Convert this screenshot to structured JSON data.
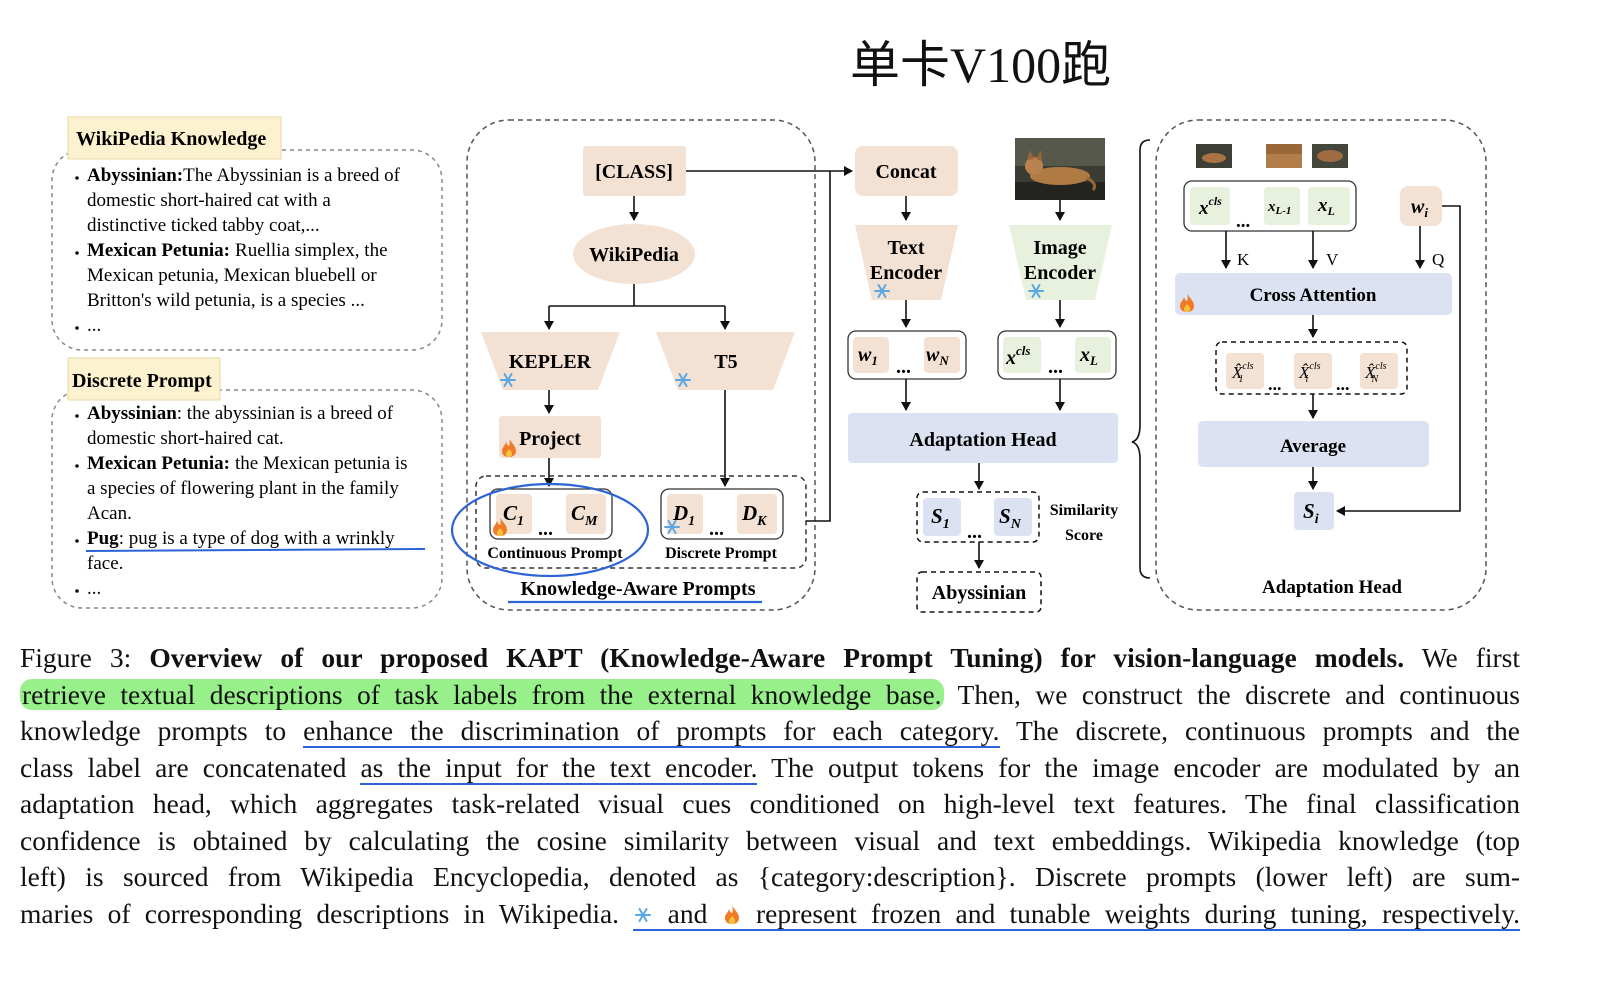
{
  "colors": {
    "beige": "#f3e1d3",
    "blue_box": "#dde2f3",
    "green_enc": "#e8f1de",
    "yellow_tag": "#fdf2cf",
    "annotation_blue": "#2c63d6",
    "highlight_green": "#97f08a"
  },
  "annotation_handwriting": "单卡V100跑",
  "wiki_panel": {
    "tag": "WikiPedia Knowledge",
    "items": [
      {
        "term": "Abyssinian:",
        "lines": [
          "The Abyssinian is a breed of",
          "domestic short-haired cat with a",
          "distinctive ticked tabby coat,..."
        ]
      },
      {
        "term": "Mexican Petunia:",
        "lines": [
          "Ruellia simplex, the",
          "Mexican petunia, Mexican bluebell or",
          "Britton's wild petunia, is a species ..."
        ]
      }
    ],
    "ellipsis": "..."
  },
  "discrete_panel": {
    "tag": "Discrete Prompt",
    "items": [
      {
        "term": "Abyssinian",
        "lines": [
          ": the abyssinian is a breed of",
          "domestic short-haired cat."
        ]
      },
      {
        "term": "Mexican Petunia:",
        "lines": [
          "the Mexican petunia is",
          "a species of flowering plant in the family",
          "Acan."
        ]
      },
      {
        "term": "Pug",
        "lines": [
          ": pug is a type of dog with a wrinkly",
          "face."
        ]
      }
    ],
    "ellipsis": "..."
  },
  "kap": {
    "class_box": "[CLASS]",
    "wikipedia": "WikiPedia",
    "kepler": "KEPLER",
    "t5": "T5",
    "project": "Project",
    "c1": "C",
    "c1_sub": "1",
    "cm": "C",
    "cm_sub": "M",
    "d1": "D",
    "d1_sub": "1",
    "dk": "D",
    "dk_sub": "K",
    "dots": "...",
    "continuous_label": "Continuous Prompt",
    "discrete_label": "Discrete Prompt",
    "title": "Knowledge-Aware Prompts"
  },
  "middle": {
    "concat": "Concat",
    "text_encoder_l1": "Text",
    "text_encoder_l2": "Encoder",
    "image_encoder_l1": "Image",
    "image_encoder_l2": "Encoder",
    "w1": "w",
    "w1_sub": "1",
    "wn": "w",
    "wn_sub": "N",
    "xcls": "x",
    "xcls_sup": "cls",
    "xl": "x",
    "xl_sub": "L",
    "dots": "...",
    "adaptation_head": "Adaptation Head",
    "s1": "S",
    "s1_sub": "1",
    "sn": "S",
    "sn_sub": "N",
    "similarity_l1": "Similarity",
    "similarity_l2": "Score",
    "result": "Abyssinian"
  },
  "adapt_panel": {
    "xcls": "x",
    "xcls_sup": "cls",
    "xl1": "x",
    "xl1_sub": "L-1",
    "xl": "x",
    "xl_sub": "L",
    "wi": "w",
    "wi_sub": "i",
    "k": "K",
    "v": "V",
    "q": "Q",
    "cross_attention": "Cross Attention",
    "xhat": "X̂",
    "xhat_1_sub": "1",
    "xhat_i_sub": "i",
    "xhat_n_sub": "N",
    "xhat_sup": "cls",
    "dots": "...",
    "average": "Average",
    "si": "S",
    "si_sub": "i",
    "title": "Adaptation Head"
  },
  "caption": {
    "fig_label": "Figure 3:",
    "bold_title": "Overview of our proposed KAPT (Knowledge-Aware Prompt Tuning) for vision-language models.",
    "s1_tail": "We first",
    "l2_highlight": "retrieve textual descriptions of task labels from the external knowledge base.",
    "l2_tail": "Then, we construct the discrete and continuous",
    "l3_head": "knowledge prompts to",
    "l3_underline": "enhance the discrimination of prompts for each category.",
    "l3_tail": "The discrete, continuous prompts and the",
    "l4_head": "class label are concatenated",
    "l4_underline": "as the input for the text encoder.",
    "l4_tail": "The output tokens for the image encoder are modulated by an",
    "l5": "adaptation head, which aggregates task-related visual cues conditioned on high-level text features.  The final classification",
    "l6": "confidence is obtained by calculating the cosine similarity between visual and text embeddings. Wikipedia knowledge (top",
    "l7": "left) is sourced from Wikipedia Encyclopedia, denoted as {category:description}.  Discrete prompts (lower left) are sum-",
    "l8_head": "maries of corresponding descriptions in Wikipedia.",
    "l8_and": "and",
    "l8_tail": "represent frozen and tunable weights during tuning, respectively."
  }
}
